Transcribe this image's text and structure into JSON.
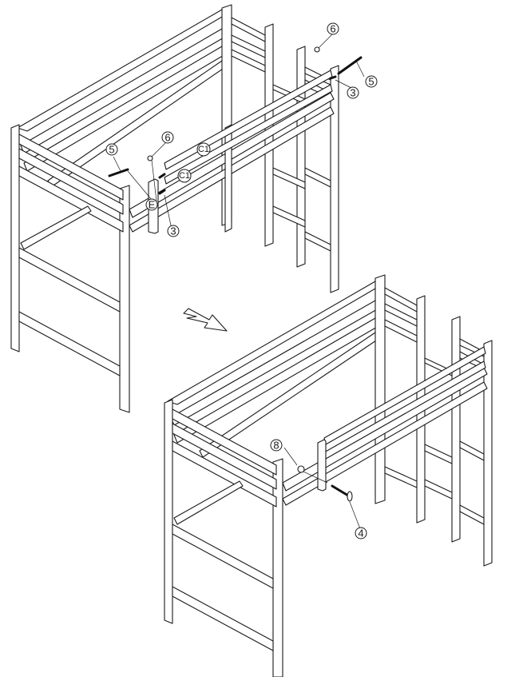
{
  "diagram": {
    "type": "assembly-instruction",
    "subject": "loft bed frame with ladder",
    "steps": [
      {
        "id": "step-before",
        "description": "Loft bed frame with front guard rails (C1) being attached to post bracket (E) using bolts and barrel nuts",
        "callouts": [
          {
            "id": "c-6-top",
            "label": "6"
          },
          {
            "id": "c-5-top",
            "label": "5"
          },
          {
            "id": "c-3-top",
            "label": "3"
          },
          {
            "id": "c-5-left",
            "label": "5"
          },
          {
            "id": "c-6-left",
            "label": "6"
          },
          {
            "id": "c-c1-upper",
            "label": "C1"
          },
          {
            "id": "c-c1-lower",
            "label": "C1"
          },
          {
            "id": "c-e",
            "label": "E"
          },
          {
            "id": "c-3-left",
            "label": "3"
          }
        ]
      },
      {
        "id": "step-after",
        "description": "Assembled loft bed frame with bracket secured using bolt (4) and nut (8)",
        "callouts": [
          {
            "id": "c-8",
            "label": "8"
          },
          {
            "id": "c-4",
            "label": "4"
          }
        ]
      }
    ],
    "arrow": {
      "direction": "down-right",
      "meaning": "proceed-to-next-step"
    }
  }
}
